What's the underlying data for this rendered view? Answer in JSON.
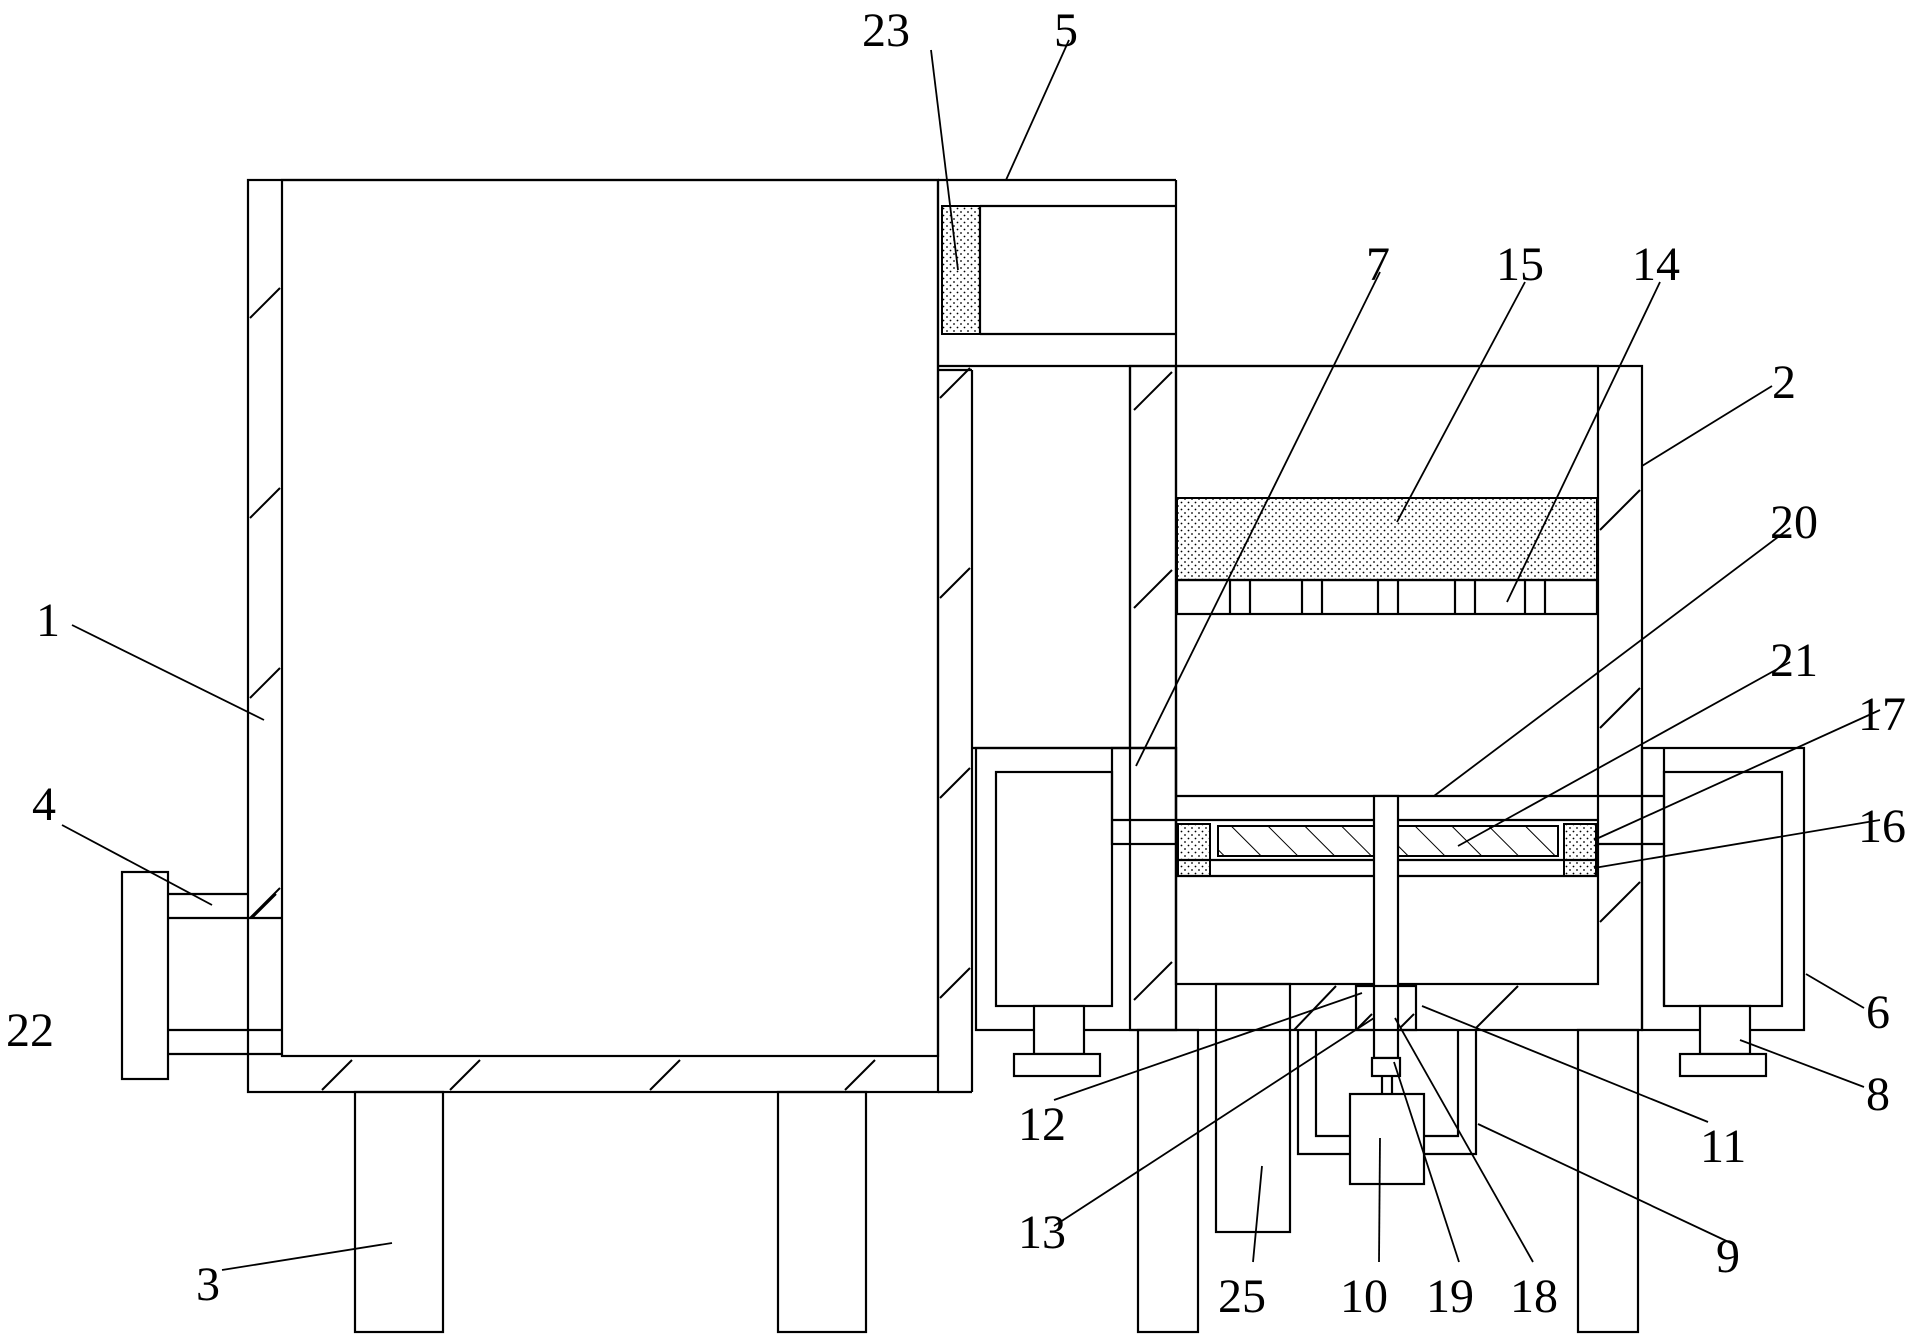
{
  "labels": {
    "l1": "1",
    "l2": "2",
    "l3": "3",
    "l4": "4",
    "l5": "5",
    "l6": "6",
    "l7": "7",
    "l8": "8",
    "l9": "9",
    "l10": "10",
    "l11": "11",
    "l12": "12",
    "l13": "13",
    "l14": "14",
    "l15": "15",
    "l16": "16",
    "l17": "17",
    "l18": "18",
    "l19": "19",
    "l20": "20",
    "l21": "21",
    "l22": "22",
    "l23": "23",
    "l25": "25"
  }
}
